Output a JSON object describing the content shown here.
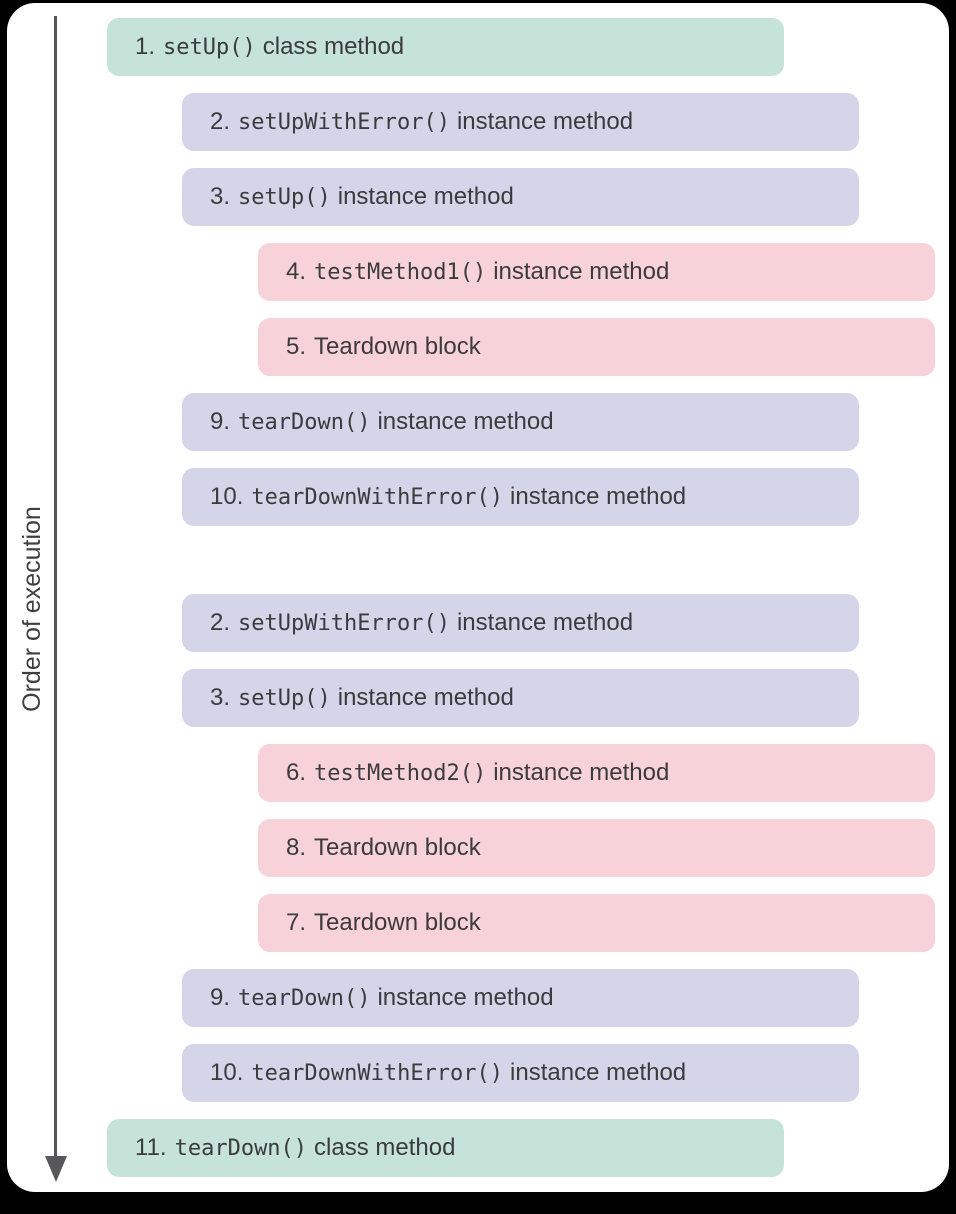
{
  "diagram": {
    "axis_label": "Order of execution",
    "colors": {
      "class_method_bg": "#c6e3d9",
      "instance_method_bg": "#d4d5e9",
      "test_block_bg": "#f7d2d9",
      "text": "#3b3b3d",
      "arrow": "#57575a",
      "canvas_bg": "#ffffff",
      "frame_bg": "#000000"
    },
    "rows": [
      {
        "num": "1.",
        "code": "setUp()",
        "suffix": "class method",
        "kind": "class",
        "indent": 0,
        "gap_after": false
      },
      {
        "num": "2.",
        "code": "setUpWithError()",
        "suffix": "instance method",
        "kind": "instance",
        "indent": 1,
        "gap_after": false
      },
      {
        "num": "3.",
        "code": "setUp()",
        "suffix": "instance method",
        "kind": "instance",
        "indent": 1,
        "gap_after": false
      },
      {
        "num": "4.",
        "code": "testMethod1()",
        "suffix": "instance method",
        "kind": "test",
        "indent": 2,
        "gap_after": false
      },
      {
        "num": "5.",
        "code": "",
        "suffix": "Teardown block",
        "kind": "test",
        "indent": 2,
        "gap_after": false
      },
      {
        "num": "9.",
        "code": "tearDown()",
        "suffix": "instance method",
        "kind": "instance",
        "indent": 1,
        "gap_after": false
      },
      {
        "num": "10.",
        "code": "tearDownWithError()",
        "suffix": "instance method",
        "kind": "instance",
        "indent": 1,
        "gap_after": true
      },
      {
        "num": "2.",
        "code": "setUpWithError()",
        "suffix": "instance method",
        "kind": "instance",
        "indent": 1,
        "gap_after": false
      },
      {
        "num": "3.",
        "code": "setUp()",
        "suffix": "instance method",
        "kind": "instance",
        "indent": 1,
        "gap_after": false
      },
      {
        "num": "6.",
        "code": "testMethod2()",
        "suffix": "instance method",
        "kind": "test",
        "indent": 2,
        "gap_after": false
      },
      {
        "num": "8.",
        "code": "",
        "suffix": "Teardown block",
        "kind": "test",
        "indent": 2,
        "gap_after": false
      },
      {
        "num": "7.",
        "code": "",
        "suffix": "Teardown block",
        "kind": "test",
        "indent": 2,
        "gap_after": false
      },
      {
        "num": "9.",
        "code": "tearDown()",
        "suffix": "instance method",
        "kind": "instance",
        "indent": 1,
        "gap_after": false
      },
      {
        "num": "10.",
        "code": "tearDownWithError()",
        "suffix": "instance method",
        "kind": "instance",
        "indent": 1,
        "gap_after": false
      },
      {
        "num": "11.",
        "code": "tearDown()",
        "suffix": "class method",
        "kind": "class",
        "indent": 0,
        "gap_after": false
      }
    ]
  }
}
